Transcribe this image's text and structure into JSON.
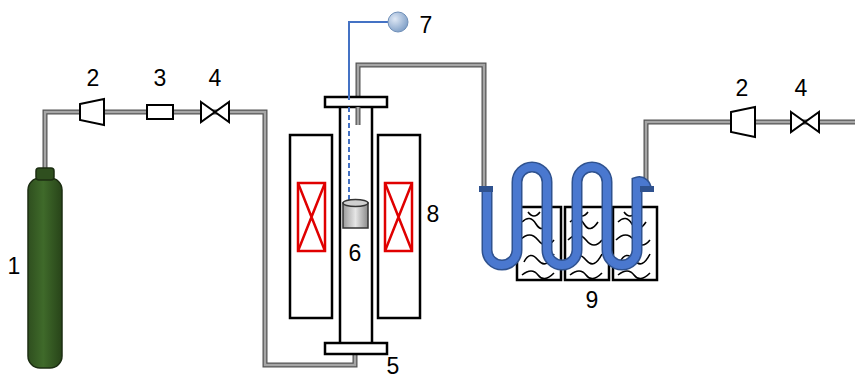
{
  "diagram": {
    "labels": [
      "1",
      "2",
      "3",
      "4",
      "7",
      "6",
      "8",
      "5",
      "9",
      "2",
      "4"
    ]
  }
}
